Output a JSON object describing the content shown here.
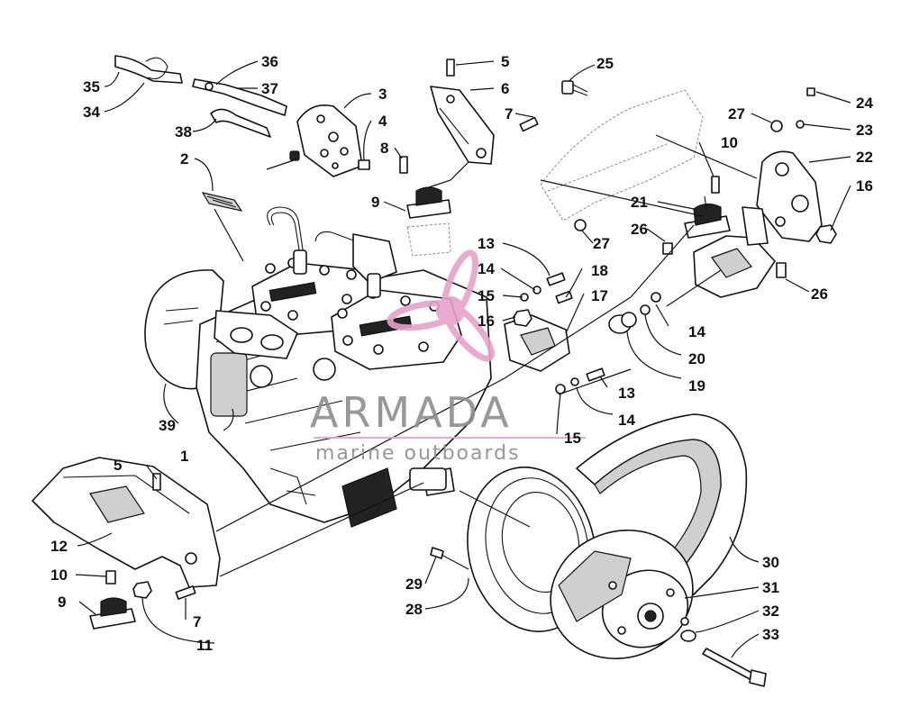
{
  "callouts": [
    {
      "id": "c1",
      "text": "1"
    },
    {
      "id": "c2",
      "text": "2"
    },
    {
      "id": "c3",
      "text": "3"
    },
    {
      "id": "c4",
      "text": "4"
    },
    {
      "id": "c5a",
      "text": "5"
    },
    {
      "id": "c5b",
      "text": "5"
    },
    {
      "id": "c6",
      "text": "6"
    },
    {
      "id": "c7a",
      "text": "7"
    },
    {
      "id": "c7b",
      "text": "7"
    },
    {
      "id": "c8",
      "text": "8"
    },
    {
      "id": "c9a",
      "text": "9"
    },
    {
      "id": "c9b",
      "text": "9"
    },
    {
      "id": "c10a",
      "text": "10"
    },
    {
      "id": "c10b",
      "text": "10"
    },
    {
      "id": "c11",
      "text": "11"
    },
    {
      "id": "c12",
      "text": "12"
    },
    {
      "id": "c13a",
      "text": "13"
    },
    {
      "id": "c13b",
      "text": "13"
    },
    {
      "id": "c14a",
      "text": "14"
    },
    {
      "id": "c14b",
      "text": "14"
    },
    {
      "id": "c14c",
      "text": "14"
    },
    {
      "id": "c15a",
      "text": "15"
    },
    {
      "id": "c15b",
      "text": "15"
    },
    {
      "id": "c16a",
      "text": "16"
    },
    {
      "id": "c16b",
      "text": "16"
    },
    {
      "id": "c17",
      "text": "17"
    },
    {
      "id": "c18",
      "text": "18"
    },
    {
      "id": "c19",
      "text": "19"
    },
    {
      "id": "c20",
      "text": "20"
    },
    {
      "id": "c21",
      "text": "21"
    },
    {
      "id": "c22",
      "text": "22"
    },
    {
      "id": "c23",
      "text": "23"
    },
    {
      "id": "c24",
      "text": "24"
    },
    {
      "id": "c25",
      "text": "25"
    },
    {
      "id": "c26a",
      "text": "26"
    },
    {
      "id": "c26b",
      "text": "26"
    },
    {
      "id": "c27a",
      "text": "27"
    },
    {
      "id": "c27b",
      "text": "27"
    },
    {
      "id": "c28",
      "text": "28"
    },
    {
      "id": "c29",
      "text": "29"
    },
    {
      "id": "c30",
      "text": "30"
    },
    {
      "id": "c31",
      "text": "31"
    },
    {
      "id": "c32",
      "text": "32"
    },
    {
      "id": "c33",
      "text": "33"
    },
    {
      "id": "c34",
      "text": "34"
    },
    {
      "id": "c35",
      "text": "35"
    },
    {
      "id": "c36",
      "text": "36"
    },
    {
      "id": "c37",
      "text": "37"
    },
    {
      "id": "c38",
      "text": "38"
    },
    {
      "id": "c39",
      "text": "39"
    }
  ],
  "watermark": {
    "brand": "ARMADA",
    "tagline": "marine outboards",
    "accent_color": "#e6a1c8",
    "text_color": "#8d8d8d"
  }
}
